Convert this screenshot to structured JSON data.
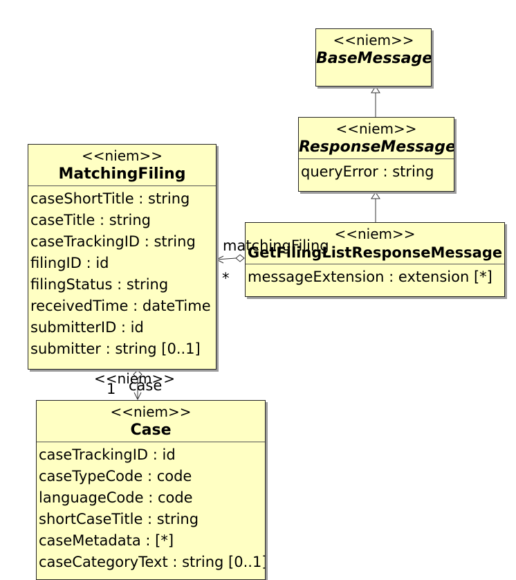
{
  "classes": {
    "base_message": {
      "stereotype": "<<niem>>",
      "name": "BaseMessage"
    },
    "response_message": {
      "stereotype": "<<niem>>",
      "name": "ResponseMessage",
      "attributes": [
        "queryError : string"
      ]
    },
    "matching_filing": {
      "stereotype": "<<niem>>",
      "name": "MatchingFiling",
      "attributes": [
        "caseShortTitle : string",
        "caseTitle : string",
        "caseTrackingID : string",
        "filingID : id",
        "filingStatus : string",
        "receivedTime : dateTime",
        "submitterID : id",
        "submitter : string [0..1]"
      ]
    },
    "get_filing_list_response": {
      "stereotype": "<<niem>>",
      "name": "GetFilingListResponseMessage",
      "attributes": [
        "messageExtension : extension [*]"
      ]
    },
    "case": {
      "stereotype": "<<niem>>",
      "name": "Case",
      "attributes": [
        "caseTrackingID : id",
        "caseTypeCode : code",
        "languageCode : code",
        "shortCaseTitle : string",
        "caseMetadata :  [*]",
        "caseCategoryText : string [0..1]"
      ]
    }
  },
  "associations": {
    "matching_filing_assoc": {
      "role": "matchingFiling",
      "multiplicity": "*"
    },
    "case_assoc": {
      "role": "case",
      "multiplicity": "1",
      "stereotype": "<<niem>>"
    }
  },
  "colors": {
    "class_fill": "#ffffc3",
    "border": "#222222",
    "shadow": "#9c9c9c"
  }
}
